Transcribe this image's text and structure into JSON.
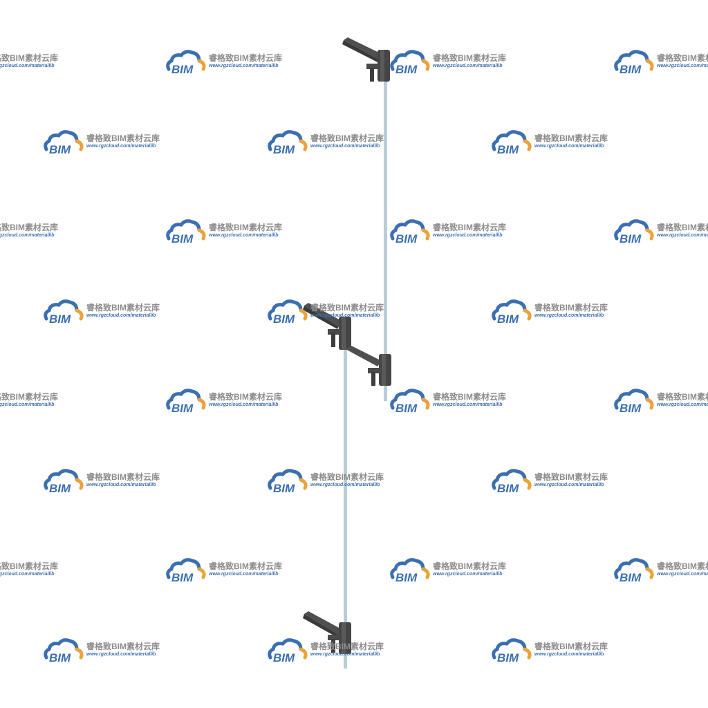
{
  "watermark": {
    "logo_text": "BIM",
    "title": "睿格致BIM素材云库",
    "url": "www.rgzcloud.com/materiallib",
    "logo_color": "#3b6fb0",
    "arc_color": "#e8a33c",
    "title_color": "#8c8c8c"
  },
  "model": {
    "pipe_color": "#b9ccd8",
    "fitting_color": "#4a4a4a"
  }
}
